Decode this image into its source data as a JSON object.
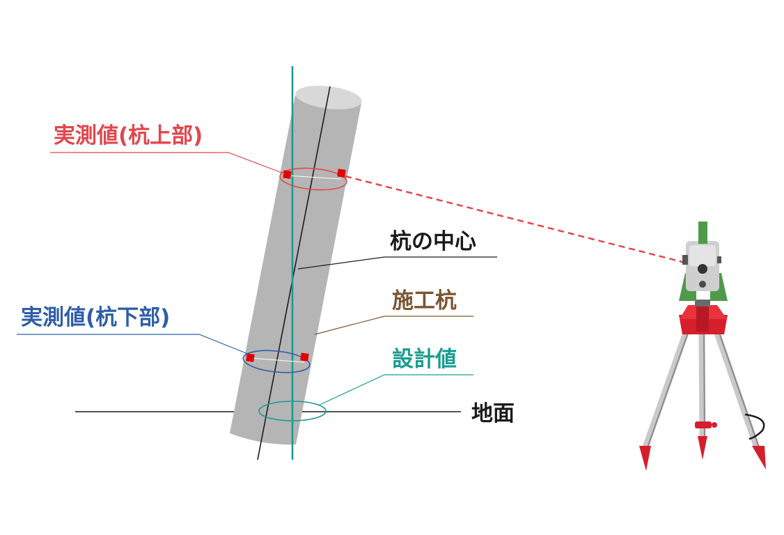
{
  "labels": {
    "measured_upper": "実測値(杭上部)",
    "pile_center": "杭の中心",
    "construction_pile": "施工杭",
    "measured_lower": "実測値(杭下部)",
    "design_value": "設計値",
    "ground": "地面"
  },
  "colors": {
    "upper": "#e0474d",
    "lower": "#2f5ea8",
    "design": "#1a9c8f",
    "pile_label": "#7a5532",
    "pile_body": "#b5b5b5",
    "pile_top": "#d6d6d6",
    "text": "#1a1a1a"
  },
  "icons": [
    "total-station-icon",
    "tripod-icon",
    "prism-marker-icon"
  ]
}
